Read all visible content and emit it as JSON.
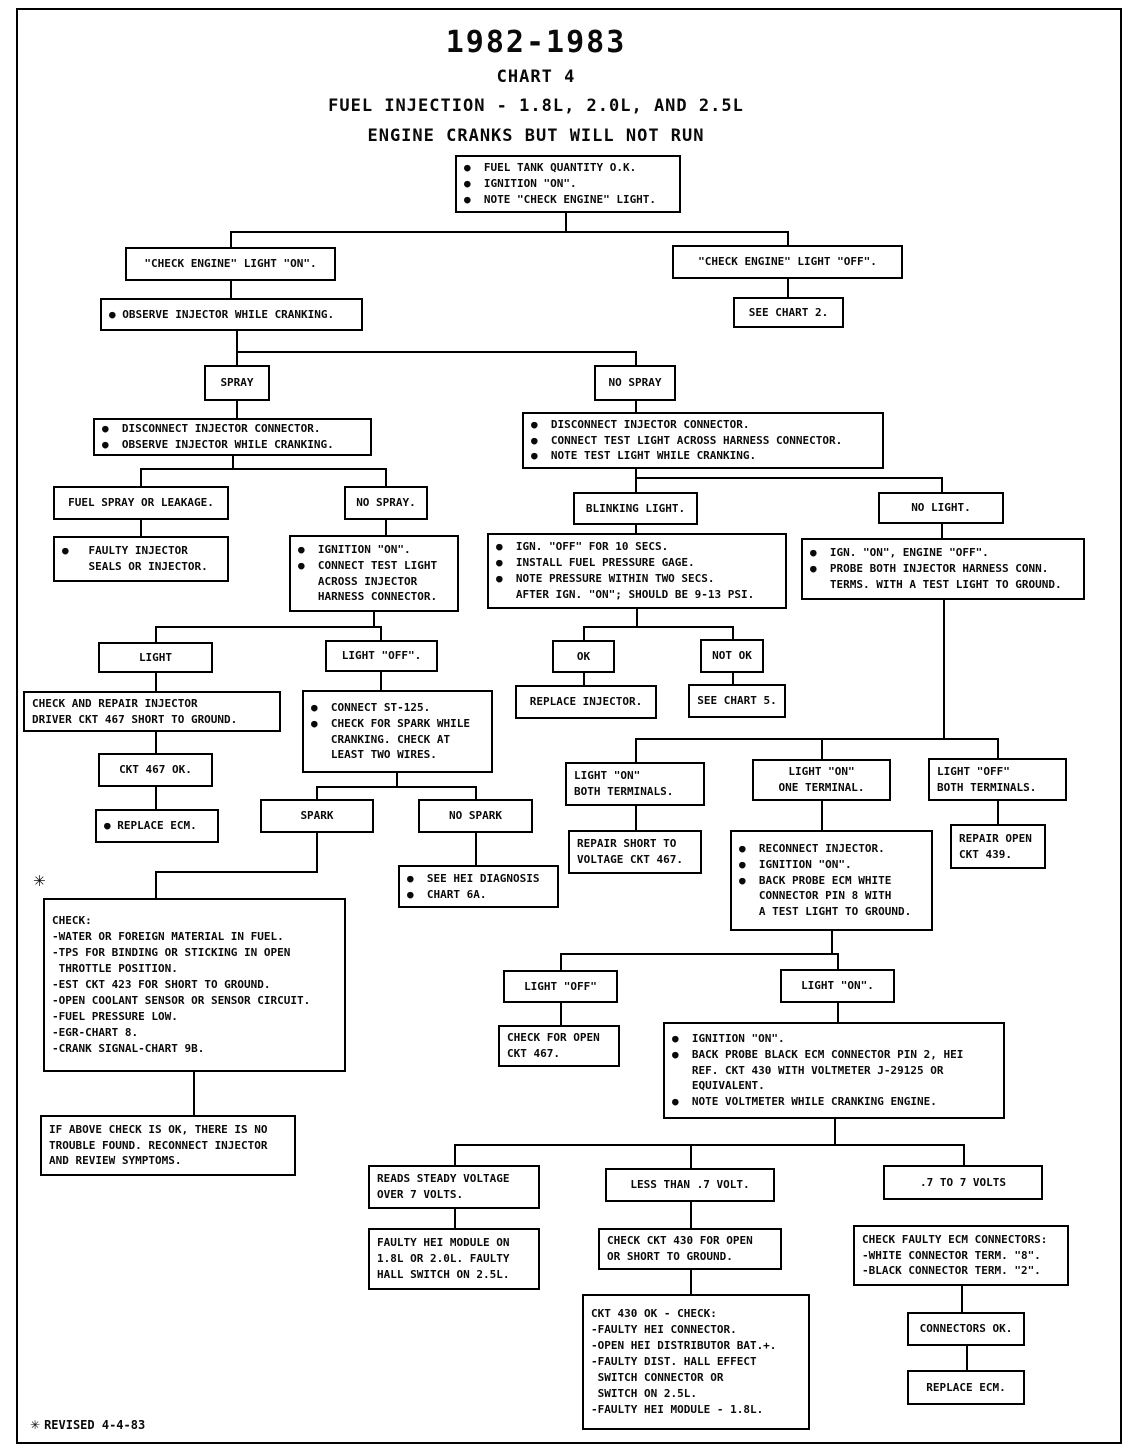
{
  "header": {
    "year": "1982-1983",
    "chart": "CHART 4",
    "subtitle": "FUEL INJECTION - 1.8L, 2.0L, AND 2.5L",
    "condition": "ENGINE CRANKS BUT WILL NOT RUN"
  },
  "footnote": {
    "symbol": "✳",
    "text": "REVISED 4-4-83"
  },
  "note_marker": "✳",
  "nodes": {
    "start": "●  FUEL TANK QUANTITY O.K.\n●  IGNITION \"ON\".\n●  NOTE \"CHECK ENGINE\" LIGHT.",
    "ce_on": "\"CHECK ENGINE\" LIGHT \"ON\".",
    "ce_off": "\"CHECK ENGINE\" LIGHT \"OFF\".",
    "see2": "SEE CHART 2.",
    "observe": "● OBSERVE INJECTOR WHILE CRANKING.",
    "spray": "SPRAY",
    "nospray_b": "NO SPRAY",
    "disc_obs": "●  DISCONNECT INJECTOR CONNECTOR.\n●  OBSERVE INJECTOR WHILE CRANKING.",
    "fsl": "FUEL SPRAY OR LEAKAGE.",
    "nospray2": "NO SPRAY.",
    "faulty_inj": "●   FAULTY INJECTOR\n    SEALS OR INJECTOR.",
    "ign_test": "●  IGNITION \"ON\".\n●  CONNECT TEST LIGHT\n   ACROSS INJECTOR\n   HARNESS CONNECTOR.",
    "light": "LIGHT",
    "light_off": "LIGHT \"OFF\".",
    "check_repair": "CHECK AND REPAIR INJECTOR\nDRIVER CKT 467 SHORT TO GROUND.",
    "ckt467ok": "CKT 467 OK.",
    "replace_ecm1": "● REPLACE ECM.",
    "st125": "●  CONNECT ST-125.\n●  CHECK FOR SPARK WHILE\n   CRANKING. CHECK AT\n   LEAST TWO WIRES.",
    "spark": "SPARK",
    "nospark": "NO SPARK",
    "hei": "●  SEE HEI DIAGNOSIS\n●  CHART 6A.",
    "bigcheck": "CHECK:\n-WATER OR FOREIGN MATERIAL IN FUEL.\n-TPS FOR BINDING OR STICKING IN OPEN\n THROTTLE POSITION.\n-EST CKT 423 FOR SHORT TO GROUND.\n-OPEN COOLANT SENSOR OR SENSOR CIRCUIT.\n-FUEL PRESSURE LOW.\n-EGR-CHART 8.\n-CRANK SIGNAL-CHART 9B.",
    "ifabove": "IF ABOVE CHECK IS OK, THERE IS NO\nTROUBLE FOUND. RECONNECT INJECTOR\nAND REVIEW SYMPTOMS.",
    "disc3": "●  DISCONNECT INJECTOR CONNECTOR.\n●  CONNECT TEST LIGHT ACROSS HARNESS CONNECTOR.\n●  NOTE TEST LIGHT WHILE CRANKING.",
    "blink": "BLINKING LIGHT.",
    "nolight": "NO LIGHT.",
    "fuelpress": "●  IGN. \"OFF\" FOR 10 SECS.\n●  INSTALL FUEL PRESSURE GAGE.\n●  NOTE PRESSURE WITHIN TWO SECS.\n   AFTER IGN. \"ON\"; SHOULD BE 9-13 PSI.",
    "ign_eng_off": "●  IGN. \"ON\", ENGINE \"OFF\".\n●  PROBE BOTH INJECTOR HARNESS CONN.\n   TERMS. WITH A TEST LIGHT TO GROUND.",
    "ok": "OK",
    "notok": "NOT OK",
    "replace_inj": "REPLACE INJECTOR.",
    "see5": "SEE CHART 5.",
    "on_both": "LIGHT \"ON\"\nBOTH TERMINALS.",
    "on_one": "LIGHT \"ON\"\nONE TERMINAL.",
    "off_both": "LIGHT \"OFF\"\nBOTH TERMINALS.",
    "repair_short": "REPAIR SHORT TO\nVOLTAGE CKT 467.",
    "reconnect": "●  RECONNECT INJECTOR.\n●  IGNITION \"ON\".\n●  BACK PROBE ECM WHITE\n   CONNECTOR PIN 8 WITH\n   A TEST LIGHT TO GROUND.",
    "repair_open": "REPAIR OPEN\nCKT 439.",
    "light_off2": "LIGHT \"OFF\"",
    "light_on2": "LIGHT \"ON\".",
    "check_open467": "CHECK FOR OPEN\nCKT 467.",
    "backprobe": "●  IGNITION \"ON\".\n●  BACK PROBE BLACK ECM CONNECTOR PIN 2, HEI\n   REF. CKT 430 WITH VOLTMETER J-29125 OR\n   EQUIVALENT.\n●  NOTE VOLTMETER WHILE CRANKING ENGINE.",
    "steady": "READS STEADY VOLTAGE\nOVER 7 VOLTS.",
    "less7": "LESS THAN .7 VOLT.",
    "v7to7": ".7 TO 7 VOLTS",
    "faulty_hei": "FAULTY HEI MODULE ON\n1.8L OR 2.0L. FAULTY\nHALL SWITCH ON 2.5L.",
    "check430": "CHECK CKT 430 FOR OPEN\nOR SHORT TO GROUND.",
    "ckt430ok": "CKT 430 OK - CHECK:\n-FAULTY HEI CONNECTOR.\n-OPEN HEI DISTRIBUTOR BAT.+.\n-FAULTY DIST. HALL EFFECT\n SWITCH CONNECTOR OR\n SWITCH ON 2.5L.\n-FAULTY HEI MODULE - 1.8L.",
    "ecm_conn": "CHECK FAULTY ECM CONNECTORS:\n-WHITE CONNECTOR TERM. \"8\".\n-BLACK CONNECTOR TERM. \"2\".",
    "conn_ok": "CONNECTORS OK.",
    "replace_ecm2": "REPLACE ECM."
  }
}
